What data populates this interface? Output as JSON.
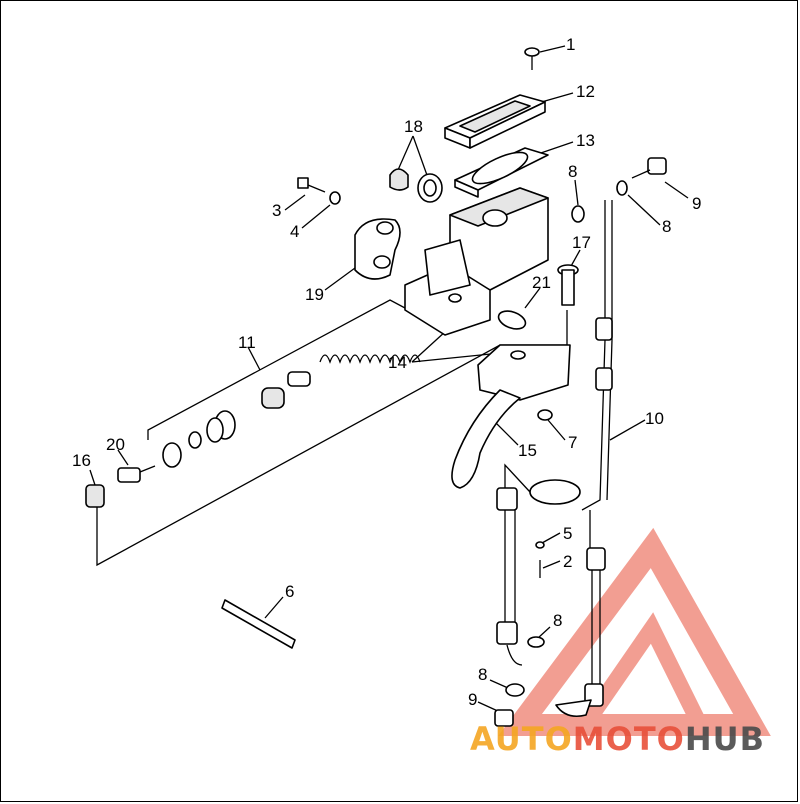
{
  "labels": [
    {
      "id": "1",
      "text": "1"
    },
    {
      "id": "12",
      "text": "12"
    },
    {
      "id": "13",
      "text": "13"
    },
    {
      "id": "18",
      "text": "18"
    },
    {
      "id": "3",
      "text": "3"
    },
    {
      "id": "4",
      "text": "4"
    },
    {
      "id": "8a",
      "text": "8"
    },
    {
      "id": "9a",
      "text": "9"
    },
    {
      "id": "8b",
      "text": "8"
    },
    {
      "id": "17",
      "text": "17"
    },
    {
      "id": "21",
      "text": "21"
    },
    {
      "id": "19",
      "text": "19"
    },
    {
      "id": "11",
      "text": "11"
    },
    {
      "id": "14",
      "text": "14"
    },
    {
      "id": "10",
      "text": "10"
    },
    {
      "id": "7",
      "text": "7"
    },
    {
      "id": "15",
      "text": "15"
    },
    {
      "id": "20",
      "text": "20"
    },
    {
      "id": "16",
      "text": "16"
    },
    {
      "id": "5",
      "text": "5"
    },
    {
      "id": "2",
      "text": "2"
    },
    {
      "id": "6",
      "text": "6"
    },
    {
      "id": "8c",
      "text": "8"
    },
    {
      "id": "8d",
      "text": "8"
    },
    {
      "id": "9b",
      "text": "9"
    }
  ],
  "watermark": {
    "part1": "AUTO",
    "part2": "MOTO",
    "part3": "HUB",
    "color1": "#f5a623",
    "color2": "#e8503a",
    "color3": "#4a4a4a"
  }
}
